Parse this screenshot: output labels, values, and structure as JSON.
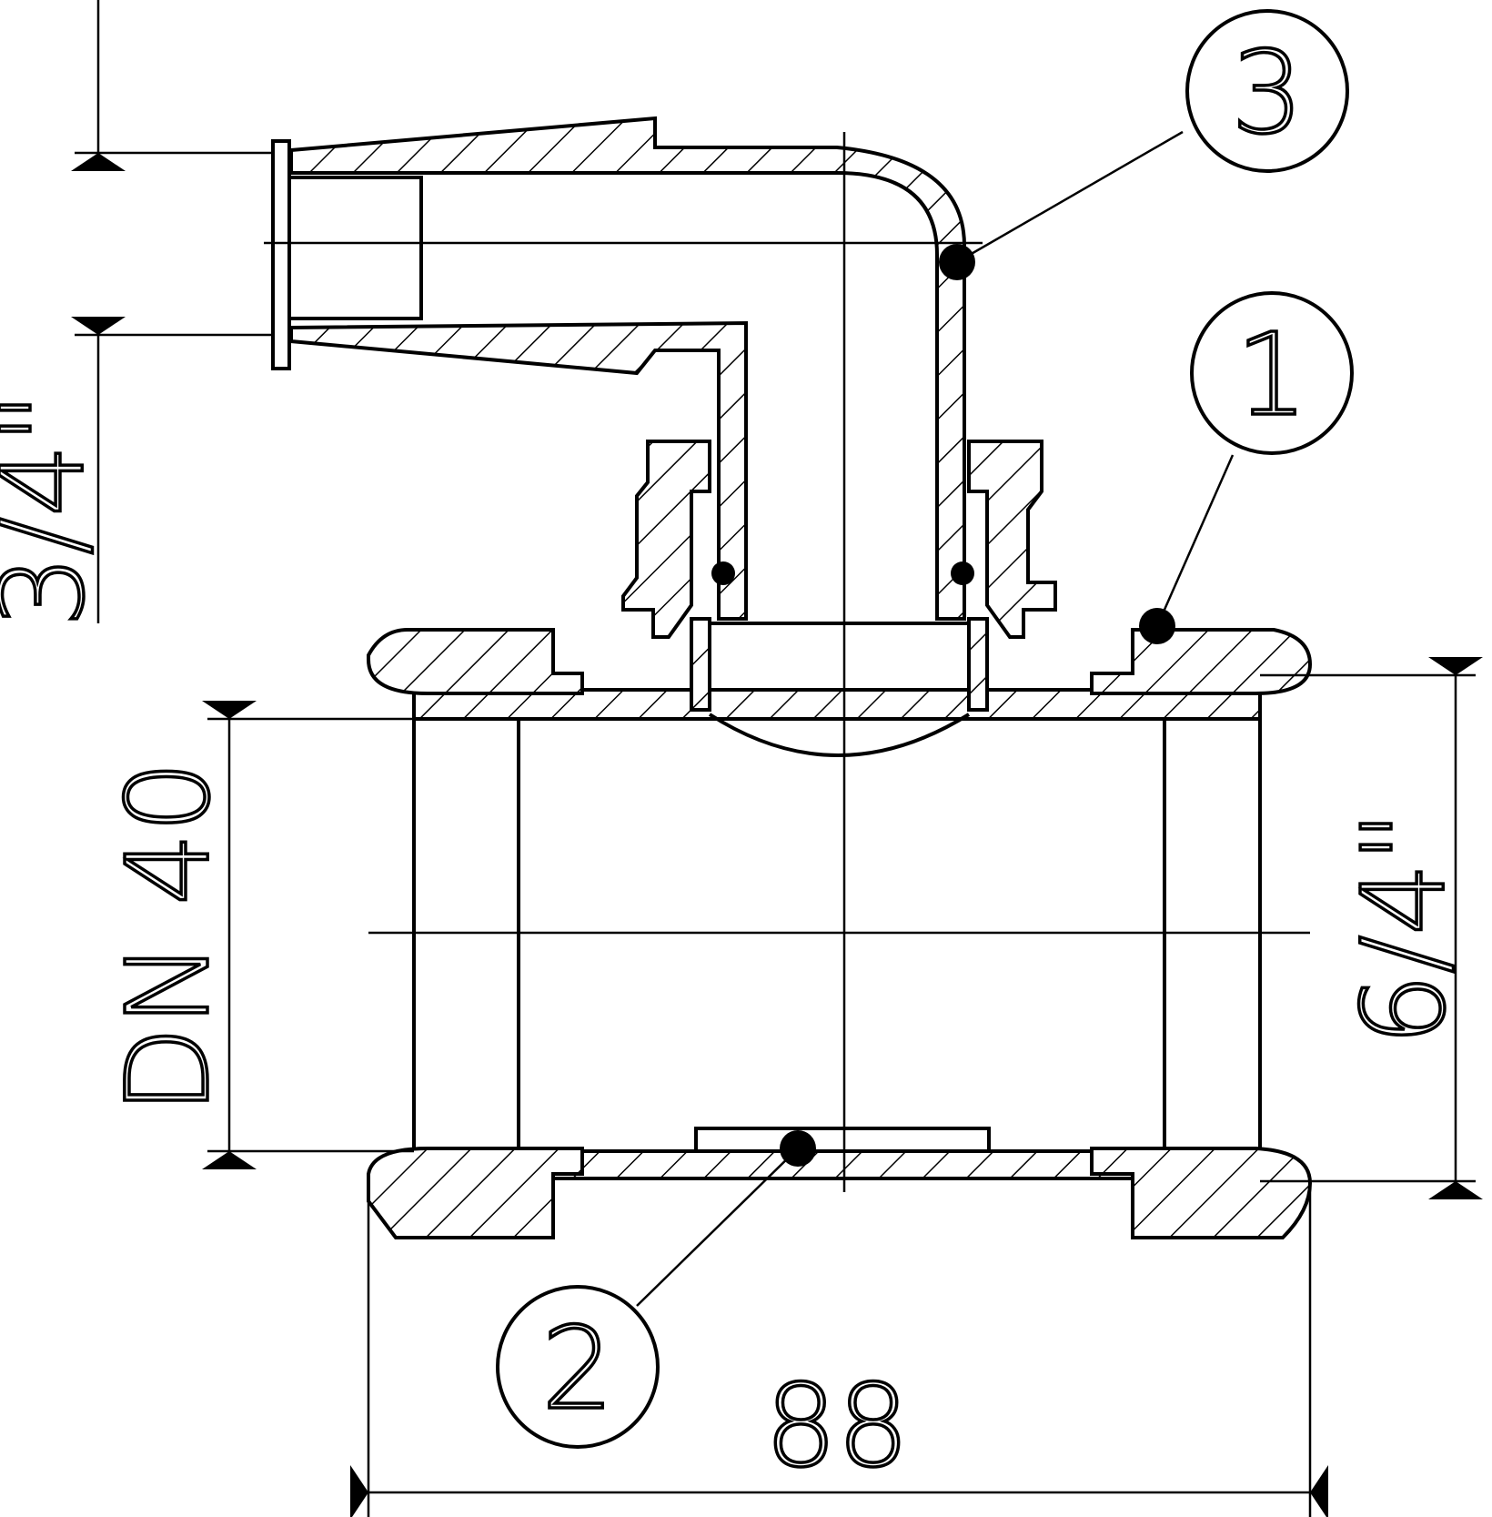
{
  "drawing": {
    "dimensions": {
      "width_label": "88",
      "main_bore_label": "DN 40",
      "main_thread_label": "6/4\"",
      "branch_thread_label": "3/4\""
    },
    "callouts": [
      {
        "number": "1"
      },
      {
        "number": "2"
      },
      {
        "number": "3"
      }
    ]
  }
}
